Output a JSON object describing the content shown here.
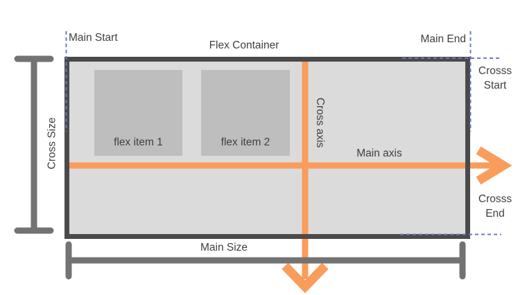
{
  "colors": {
    "orange": "#FA9C5C",
    "container-border": "#4A4A4A",
    "container-fill": "#DBDBDB",
    "item-fill": "#BEBEBE",
    "measure-bar": "#737373",
    "dashed-line": "#6B79C8",
    "text": "#3F3F3F",
    "background": "#FFFFFF"
  },
  "diagram": {
    "container_label": "Flex Container",
    "items": [
      {
        "label": "flex item 1"
      },
      {
        "label": "flex item 2"
      }
    ],
    "axes": {
      "main": "Main axis",
      "cross": "Cross axis"
    },
    "edges": {
      "main_start": "Main Start",
      "main_end": "Main End",
      "cross_start": "Crosss Start",
      "cross_end": "Crosss End"
    },
    "sizes": {
      "main": "Main Size",
      "cross": "Cross Size"
    }
  }
}
